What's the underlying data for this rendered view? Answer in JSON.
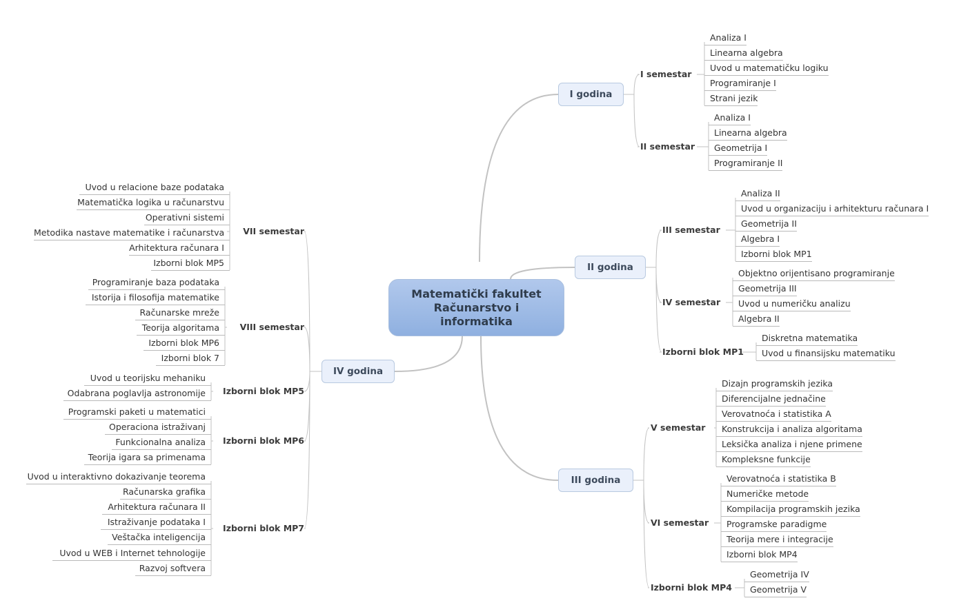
{
  "root": {
    "line1": "Matematički fakultet",
    "line2": "Računarstvo i",
    "line3": "informatika"
  },
  "years": [
    {
      "label": "I godina",
      "groups": [
        {
          "label": "I semestar",
          "items": [
            "Analiza I",
            "Linearna algebra",
            "Uvod u matematičku logiku",
            "Programiranje I",
            "Strani jezik"
          ]
        },
        {
          "label": "II semestar",
          "items": [
            "Analiza I",
            "Linearna algebra",
            "Geometrija I",
            "Programiranje II"
          ]
        }
      ]
    },
    {
      "label": "II godina",
      "groups": [
        {
          "label": "III semestar",
          "items": [
            "Analiza II",
            "Uvod u organizaciju i arhitekturu računara I",
            "Geometrija II",
            "Algebra I",
            "Izborni blok MP1"
          ]
        },
        {
          "label": "IV semestar",
          "items": [
            "Objektno orijentisano programiranje",
            "Geometrija III",
            "Uvod u numeričku analizu",
            "Algebra II"
          ]
        },
        {
          "label": "Izborni blok MP1",
          "items": [
            "Diskretna matematika",
            "Uvod u finansijsku matematiku"
          ]
        }
      ]
    },
    {
      "label": "III godina",
      "groups": [
        {
          "label": "V semestar",
          "items": [
            "Dizajn programskih jezika",
            "Diferencijalne jednačine",
            "Verovatnoća i statistika A",
            "Konstrukcija i analiza algoritama",
            "Leksička analiza i njene primene",
            "Kompleksne funkcije"
          ]
        },
        {
          "label": "VI semestar",
          "items": [
            "Verovatnoća i statistika B",
            "Numeričke metode",
            "Kompilacija programskih jezika",
            "Programske paradigme",
            "Teorija mere i integracije",
            "Izborni blok MP4"
          ]
        },
        {
          "label": "Izborni blok MP4",
          "items": [
            "Geometrija IV",
            "Geometrija V"
          ]
        }
      ]
    },
    {
      "label": "IV godina",
      "groups": [
        {
          "label": "VII semestar",
          "items": [
            "Uvod u relacione baze podataka",
            "Matematička logika u računarstvu",
            "Operativni sistemi",
            "Metodika nastave matematike i računarstva",
            "Arhitektura računara I",
            "Izborni blok MP5"
          ]
        },
        {
          "label": "VIII semestar",
          "items": [
            "Programiranje baza podataka",
            "Istorija i filosofija matematike",
            "Računarske mreže",
            "Teorija algoritama",
            "Izborni blok MP6",
            "Izborni blok 7"
          ]
        },
        {
          "label": "Izborni blok MP5",
          "items": [
            "Uvod u teorijsku mehaniku",
            "Odabrana poglavlja astronomije"
          ]
        },
        {
          "label": "Izborni blok MP6",
          "items": [
            "Programski paketi u matematici",
            "Operaciona istraživanj",
            "Funkcionalna analiza",
            "Teorija igara sa primenama"
          ]
        },
        {
          "label": "Izborni blok MP7",
          "items": [
            "Uvod u interaktivno dokazivanje teorema",
            "Računarska grafika",
            "Arhitektura računara II",
            "Istraživanje podataka I",
            "Veštačka inteligencija",
            "Uvod u WEB i Internet tehnologije",
            "Razvoj softvera"
          ]
        }
      ]
    }
  ]
}
